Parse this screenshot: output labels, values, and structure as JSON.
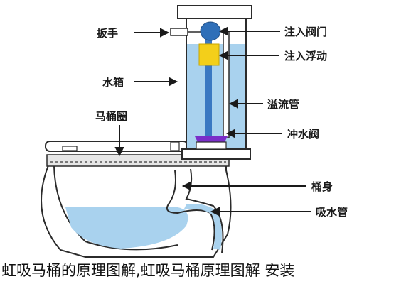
{
  "labels": {
    "handle": "扳手",
    "tank": "水箱",
    "seat": "马桶圈",
    "inlet_valve": "注入阀门",
    "inlet_float": "注入浮动",
    "overflow_pipe": "溢流管",
    "flush_valve": "冲水阀",
    "bowl_body": "桶身",
    "siphon_pipe": "吸水管"
  },
  "caption": "虹吸马桶的原理图解,虹吸马桶原理图解 安装",
  "colors": {
    "water": "#a9d2ee",
    "outline": "#2b2b2b",
    "float": "#f3cf1a",
    "flush_valve": "#7a2ec9",
    "valve_head": "#2f6fb8",
    "tube": "#3a78c2"
  }
}
